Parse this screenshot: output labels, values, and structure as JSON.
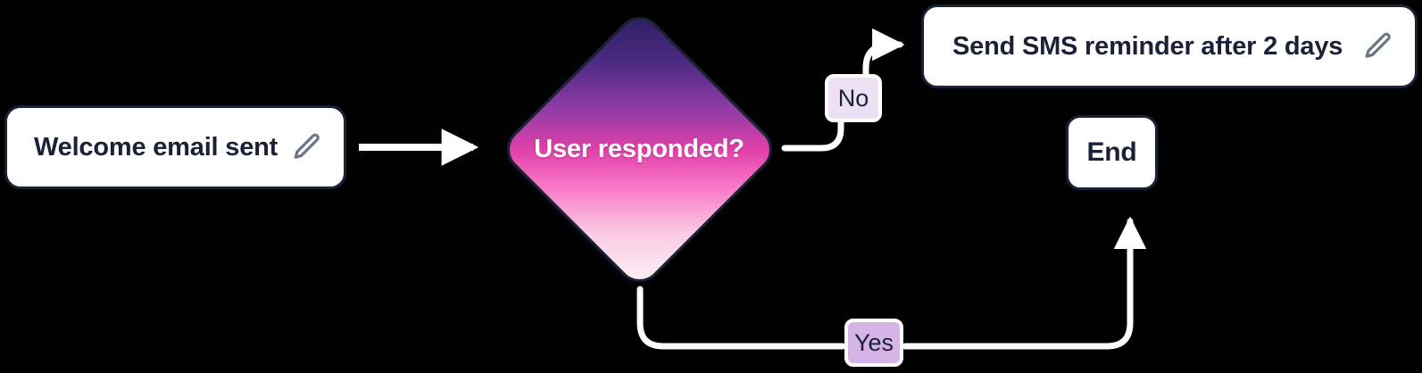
{
  "diagram": {
    "type": "flowchart",
    "background_color": "#000000",
    "edge_color": "#ffffff",
    "node_border_color": "#1b2136",
    "nodes": [
      {
        "id": "welcome",
        "shape": "rounded-rect",
        "label": "Welcome email sent",
        "icon": "pencil-icon",
        "fill": "#ffffff",
        "text_color": "#1b2136"
      },
      {
        "id": "decision",
        "shape": "diamond",
        "label": "User responded?",
        "fill_gradient_from": "#2b1f5e",
        "fill_gradient_mid": "#e040a8",
        "fill_gradient_to": "#fdf4f8",
        "text_color": "#ffffff"
      },
      {
        "id": "sms",
        "shape": "rounded-rect",
        "label": "Send SMS reminder after 2 days",
        "icon": "pencil-icon",
        "fill": "#ffffff",
        "text_color": "#1b2136"
      },
      {
        "id": "end",
        "shape": "rounded-rect",
        "label": "End",
        "fill": "#ffffff",
        "text_color": "#1b2136"
      }
    ],
    "edges": [
      {
        "id": "welcome-to-decision",
        "from": "welcome",
        "to": "decision",
        "label": ""
      },
      {
        "id": "decision-to-sms",
        "from": "decision",
        "to": "sms",
        "label": "No",
        "label_fill": "#ece0f2"
      },
      {
        "id": "decision-to-end",
        "from": "decision",
        "to": "end",
        "label": "Yes",
        "label_fill": "#d6b4e8"
      }
    ]
  },
  "icons": {
    "pencil": "pencil-icon",
    "pencil_color": "#6b7585"
  }
}
